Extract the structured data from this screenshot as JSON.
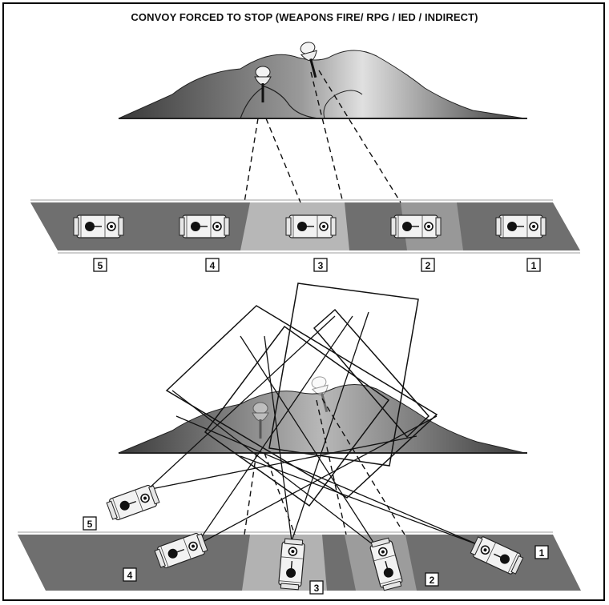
{
  "title": "CONVOY FORCED TO STOP (WEAPONS FIRE/ RPG / IED / INDIRECT)",
  "top_labels": [
    "5",
    "4",
    "3",
    "2",
    "1"
  ],
  "bottom_labels": [
    "5",
    "4",
    "3",
    "2",
    "1"
  ]
}
